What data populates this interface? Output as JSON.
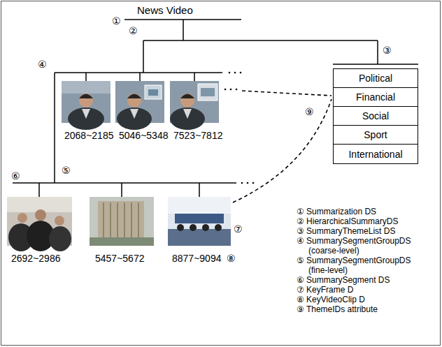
{
  "diagram": {
    "nodes": [
      {
        "text": [
          "Political",
          "Financial",
          "Social",
          "Sport",
          "International"
        ]
      }
    ],
    "labels": [
      "News Video",
      "①",
      "②",
      "③",
      "④",
      "⑤",
      "⑥",
      "⑦",
      "⑧",
      "⑨",
      "2068~2185",
      "5046~5348",
      "7523~7812",
      "2692~2986",
      "5457~5672",
      "8877~9094",
      "① Summarization DS",
      "② HierarchicalSummaryDS",
      "③ SummaryThemeList DS",
      "④ SummarySegmentGroupDS (coarse-level)",
      "⑤ SummarySegmentGroupDS (fine-level)",
      "⑥ SummarySegment DS",
      "⑦ KeyFrame D",
      "⑧ KeyVideoClip D",
      "⑨ ThemeIDs attribute"
    ]
  }
}
